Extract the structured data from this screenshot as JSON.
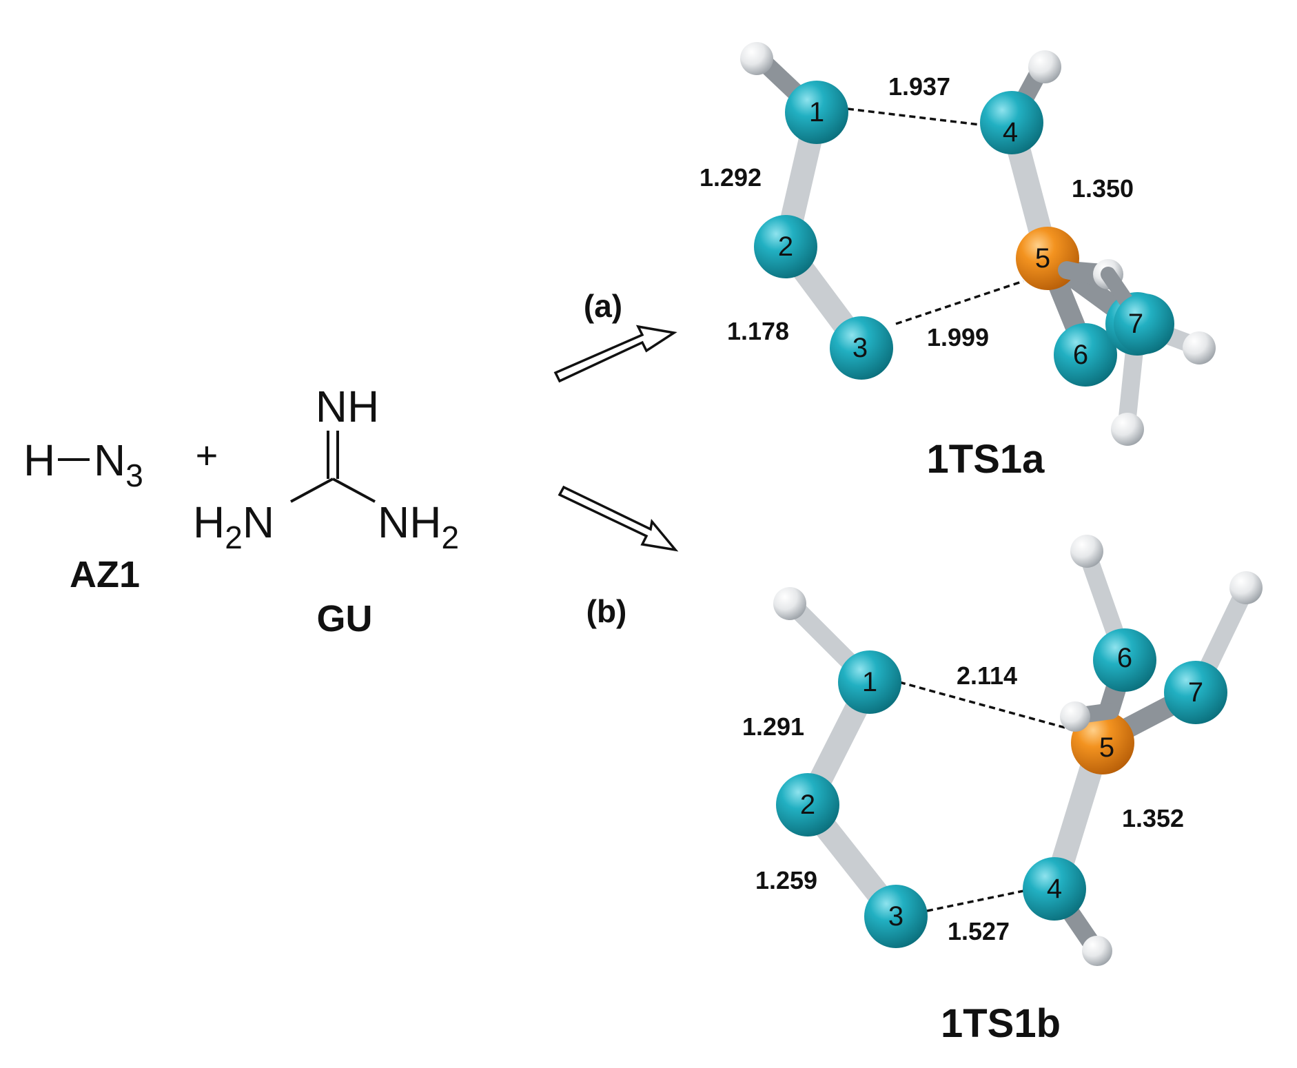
{
  "reactants": {
    "az1_formula": {
      "h": "H",
      "n": "N",
      "sub": "3"
    },
    "az1_name": "AZ1",
    "plus": "+",
    "gu_nh": "NH",
    "gu_h2n": {
      "h": "H",
      "sub": "2",
      "n": "N"
    },
    "gu_nh2": {
      "nh": "NH",
      "sub": "2"
    },
    "gu_name": "GU"
  },
  "paths": {
    "a": "(a)",
    "b": "(b)"
  },
  "structures": [
    {
      "name": "1TS1a",
      "atoms": [
        {
          "id": "1",
          "element": "N"
        },
        {
          "id": "2",
          "element": "N"
        },
        {
          "id": "3",
          "element": "N"
        },
        {
          "id": "4",
          "element": "N"
        },
        {
          "id": "5",
          "element": "C"
        },
        {
          "id": "6",
          "element": "N"
        },
        {
          "id": "7",
          "element": "N"
        }
      ],
      "distances": [
        "1.937",
        "1.292",
        "1.350",
        "1.178",
        "1.999"
      ]
    },
    {
      "name": "1TS1b",
      "atoms": [
        {
          "id": "1",
          "element": "N"
        },
        {
          "id": "2",
          "element": "N"
        },
        {
          "id": "3",
          "element": "N"
        },
        {
          "id": "4",
          "element": "N"
        },
        {
          "id": "5",
          "element": "C"
        },
        {
          "id": "6",
          "element": "N"
        },
        {
          "id": "7",
          "element": "N"
        }
      ],
      "distances": [
        "2.114",
        "1.291",
        "1.352",
        "1.259",
        "1.527"
      ]
    }
  ],
  "colors": {
    "nitrogen": "#1aa6b7",
    "carbon": "#f0891a",
    "hydrogen": "#e4e6e8",
    "bond": "#c9cdd1"
  }
}
